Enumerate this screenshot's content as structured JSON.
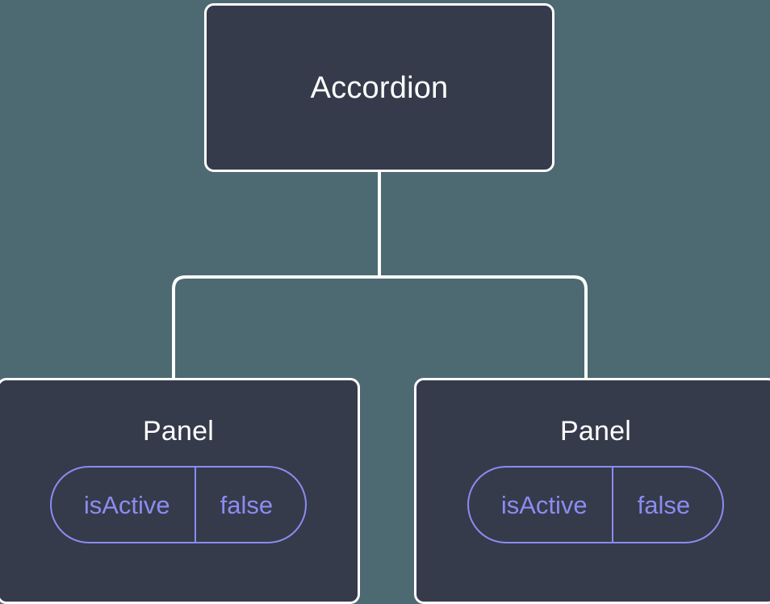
{
  "diagram": {
    "type": "component-tree",
    "background_color": "#4d6a72",
    "node_fill_color": "#353b4a",
    "node_border_color": "#ffffff",
    "connector_color": "#ffffff",
    "prop_accent_color": "#8b8cf0",
    "root": {
      "label": "Accordion"
    },
    "children": [
      {
        "label": "Panel",
        "props": [
          {
            "key": "isActive",
            "value": "false"
          }
        ]
      },
      {
        "label": "Panel",
        "props": [
          {
            "key": "isActive",
            "value": "false"
          }
        ]
      }
    ]
  }
}
